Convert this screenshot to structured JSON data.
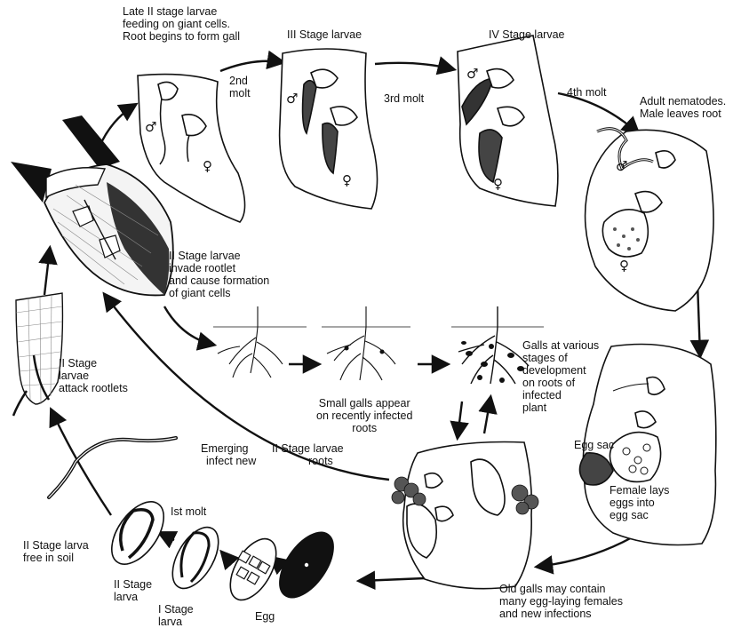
{
  "labels": {
    "late_ii_stage": "Late II stage larvae\nfeeding on giant cells.\nRoot begins to form gall",
    "second_molt": "2nd\nmolt",
    "iii_stage": "III Stage larvae",
    "third_molt": "3rd  molt",
    "iv_stage": "IV Stage larvae",
    "fourth_molt": "4th molt",
    "adult": "Adult nematodes.\nMale leaves root",
    "ii_invade": "II Stage larvae\ninvade rootlet\nand cause formation\nof giant cells",
    "ii_attack": "II Stage\nlarvae\nattack rootlets",
    "small_galls": "Small galls appear\non recently infected\nroots",
    "galls_various": "Galls at various\nstages of\ndevelopment\non roots of\ninfected\nplant",
    "emerging": "Emerging",
    "ii_infect": "II Stage larvae",
    "infect_new": "infect new",
    "roots": "roots",
    "egg_sac": "Egg sac",
    "female_lays": "Female lays\neggs into\negg sac",
    "old_galls": "Old galls may contain\nmany egg-laying females\nand new infections",
    "first_molt": "Ist molt",
    "ii_free": "II Stage larva\nfree in soil",
    "ii_larva": "II Stage\nlarva",
    "i_larva": "I Stage\nlarva",
    "egg": "Egg"
  },
  "symbols": {
    "male": "♂",
    "female": "♀"
  },
  "colors": {
    "ink": "#111111",
    "background": "#ffffff"
  }
}
